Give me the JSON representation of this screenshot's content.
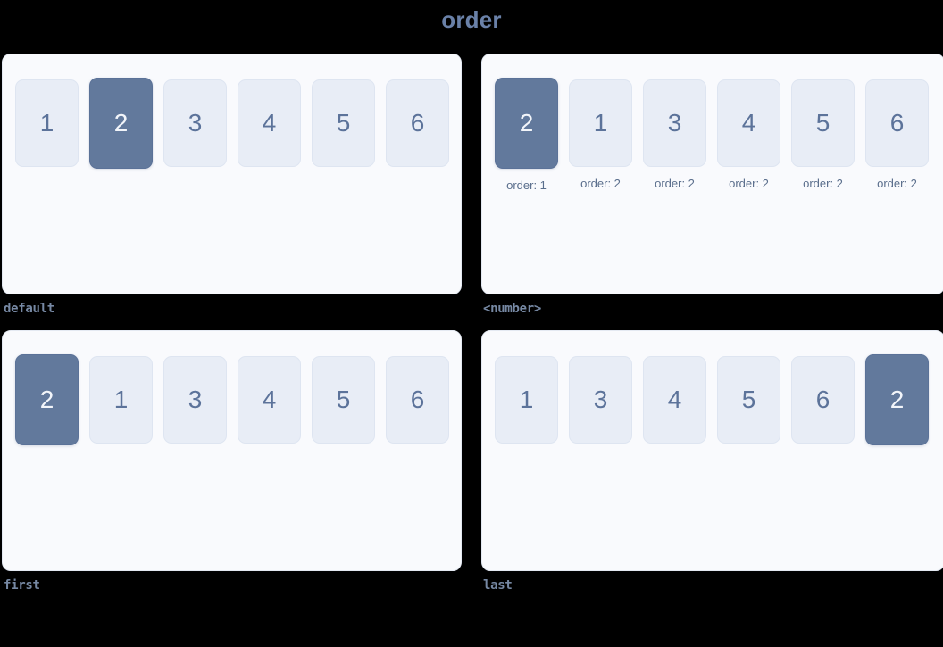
{
  "page": {
    "title": "order",
    "title_color": "#6a81a8",
    "background_color": "#000000",
    "panel_background": "#f9fafd",
    "tile_color": "#e8edf6",
    "tile_text_color": "#5c739a",
    "highlight_color": "#62799c",
    "highlight_text_color": "#f2f5fa",
    "caption_color": "#7688a3"
  },
  "blocks": [
    {
      "caption": "default",
      "show_order_labels": false,
      "tiles": [
        {
          "label": "1",
          "highlight": false,
          "order": ""
        },
        {
          "label": "2",
          "highlight": true,
          "order": ""
        },
        {
          "label": "3",
          "highlight": false,
          "order": ""
        },
        {
          "label": "4",
          "highlight": false,
          "order": ""
        },
        {
          "label": "5",
          "highlight": false,
          "order": ""
        },
        {
          "label": "6",
          "highlight": false,
          "order": ""
        }
      ]
    },
    {
      "caption": "<number>",
      "show_order_labels": true,
      "tiles": [
        {
          "label": "2",
          "highlight": true,
          "order": "order: 1"
        },
        {
          "label": "1",
          "highlight": false,
          "order": "order: 2"
        },
        {
          "label": "3",
          "highlight": false,
          "order": "order: 2"
        },
        {
          "label": "4",
          "highlight": false,
          "order": "order: 2"
        },
        {
          "label": "5",
          "highlight": false,
          "order": "order: 2"
        },
        {
          "label": "6",
          "highlight": false,
          "order": "order: 2"
        }
      ]
    },
    {
      "caption": "first",
      "show_order_labels": false,
      "tiles": [
        {
          "label": "2",
          "highlight": true,
          "order": ""
        },
        {
          "label": "1",
          "highlight": false,
          "order": ""
        },
        {
          "label": "3",
          "highlight": false,
          "order": ""
        },
        {
          "label": "4",
          "highlight": false,
          "order": ""
        },
        {
          "label": "5",
          "highlight": false,
          "order": ""
        },
        {
          "label": "6",
          "highlight": false,
          "order": ""
        }
      ]
    },
    {
      "caption": "last",
      "show_order_labels": false,
      "tiles": [
        {
          "label": "1",
          "highlight": false,
          "order": ""
        },
        {
          "label": "3",
          "highlight": false,
          "order": ""
        },
        {
          "label": "4",
          "highlight": false,
          "order": ""
        },
        {
          "label": "5",
          "highlight": false,
          "order": ""
        },
        {
          "label": "6",
          "highlight": false,
          "order": ""
        },
        {
          "label": "2",
          "highlight": true,
          "order": ""
        }
      ]
    }
  ]
}
